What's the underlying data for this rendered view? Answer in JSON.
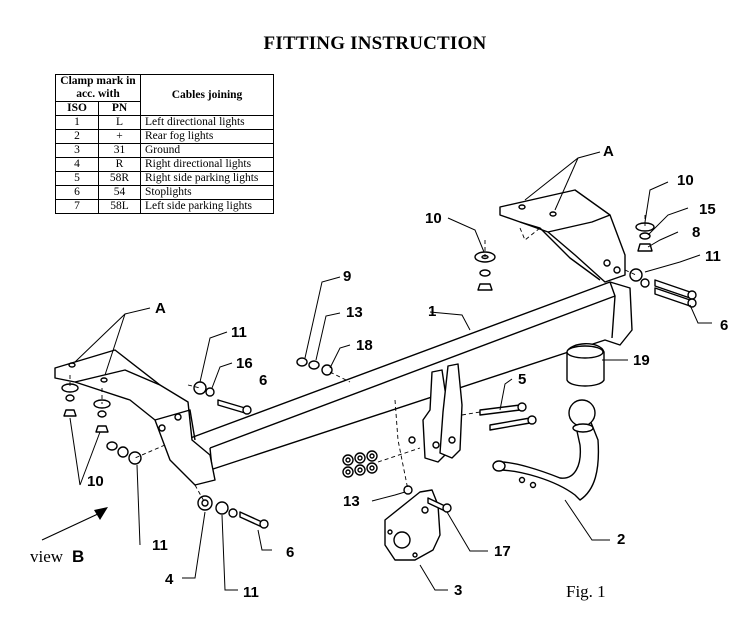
{
  "title": "FITTING INSTRUCTION",
  "table": {
    "header_clamp": "Clamp mark in acc. with",
    "header_cables": "Cables joining",
    "header_iso": "ISO",
    "header_pn": "PN",
    "rows": [
      {
        "iso": "1",
        "pn": "L",
        "cable": "Left directional lights"
      },
      {
        "iso": "2",
        "pn": "+",
        "cable": "Rear fog lights"
      },
      {
        "iso": "3",
        "pn": "31",
        "cable": "Ground"
      },
      {
        "iso": "4",
        "pn": "R",
        "cable": "Right directional lights"
      },
      {
        "iso": "5",
        "pn": "58R",
        "cable": "Right side parking lights"
      },
      {
        "iso": "6",
        "pn": "54",
        "cable": "Stoplights"
      },
      {
        "iso": "7",
        "pn": "58L",
        "cable": "Left side parking lights"
      }
    ]
  },
  "callouts": {
    "a_right": "A",
    "a_left": "A",
    "n10_top": "10",
    "n15": "15",
    "n8": "8",
    "n11_right": "11",
    "n6_right": "6",
    "n10_mid": "10",
    "n9": "9",
    "n13_top": "13",
    "n18": "18",
    "n1": "1",
    "n19": "19",
    "n11_mid": "11",
    "n16": "16",
    "n6_mid": "6",
    "n5": "5",
    "n10_left": "10",
    "n11_left": "11",
    "n13_bottom": "13",
    "n17": "17",
    "n2": "2",
    "n4": "4",
    "n11_bottom": "11",
    "n6_bottom": "6",
    "n3": "3"
  },
  "view_label": "view",
  "view_letter": "B",
  "fig_label": "Fig. 1"
}
